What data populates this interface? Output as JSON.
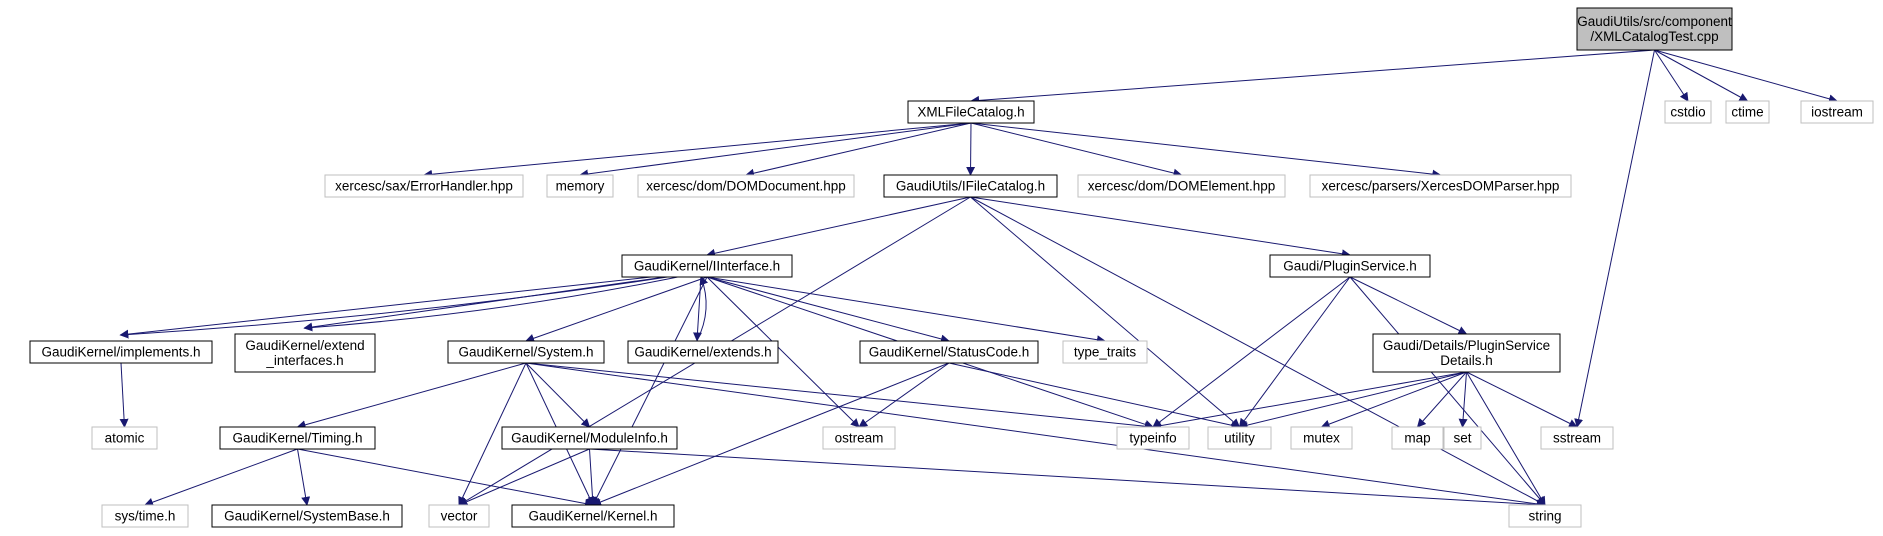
{
  "colors": {
    "edge": "#191970",
    "root_fill": "#bfbfbf",
    "node_border": "#000000",
    "leaf_border": "#bfbfbf",
    "text": "#000000"
  },
  "nodes": [
    {
      "id": "root",
      "kind": "root",
      "lines": [
        "GaudiUtils/src/component",
        "/XMLCatalogTest.cpp"
      ]
    },
    {
      "id": "xmlfilecatalog",
      "kind": "normal",
      "lines": [
        "XMLFileCatalog.h"
      ]
    },
    {
      "id": "cstdio",
      "kind": "leaf",
      "lines": [
        "cstdio"
      ]
    },
    {
      "id": "ctime",
      "kind": "leaf",
      "lines": [
        "ctime"
      ]
    },
    {
      "id": "iostream",
      "kind": "leaf",
      "lines": [
        "iostream"
      ]
    },
    {
      "id": "errorhandler",
      "kind": "leaf",
      "lines": [
        "xercesc/sax/ErrorHandler.hpp"
      ]
    },
    {
      "id": "memory",
      "kind": "leaf",
      "lines": [
        "memory"
      ]
    },
    {
      "id": "domdocument",
      "kind": "leaf",
      "lines": [
        "xercesc/dom/DOMDocument.hpp"
      ]
    },
    {
      "id": "ifilecatalog",
      "kind": "normal",
      "lines": [
        "GaudiUtils/IFileCatalog.h"
      ]
    },
    {
      "id": "domelement",
      "kind": "leaf",
      "lines": [
        "xercesc/dom/DOMElement.hpp"
      ]
    },
    {
      "id": "xercesdomparser",
      "kind": "leaf",
      "lines": [
        "xercesc/parsers/XercesDOMParser.hpp"
      ]
    },
    {
      "id": "iinterface",
      "kind": "normal",
      "lines": [
        "GaudiKernel/IInterface.h"
      ]
    },
    {
      "id": "pluginservice",
      "kind": "normal",
      "lines": [
        "Gaudi/PluginService.h"
      ]
    },
    {
      "id": "implements",
      "kind": "normal",
      "lines": [
        "GaudiKernel/implements.h"
      ]
    },
    {
      "id": "extendinterfaces",
      "kind": "normal",
      "lines": [
        "GaudiKernel/extend",
        "_interfaces.h"
      ]
    },
    {
      "id": "system",
      "kind": "normal",
      "lines": [
        "GaudiKernel/System.h"
      ]
    },
    {
      "id": "extends",
      "kind": "normal",
      "lines": [
        "GaudiKernel/extends.h"
      ]
    },
    {
      "id": "statuscode",
      "kind": "normal",
      "lines": [
        "GaudiKernel/StatusCode.h"
      ]
    },
    {
      "id": "typetraits",
      "kind": "leaf",
      "lines": [
        "type_traits"
      ]
    },
    {
      "id": "pluginservicedetails",
      "kind": "normal",
      "lines": [
        "Gaudi/Details/PluginService",
        "Details.h"
      ]
    },
    {
      "id": "atomic",
      "kind": "leaf",
      "lines": [
        "atomic"
      ]
    },
    {
      "id": "timing",
      "kind": "normal",
      "lines": [
        "GaudiKernel/Timing.h"
      ]
    },
    {
      "id": "moduleinfo",
      "kind": "normal",
      "lines": [
        "GaudiKernel/ModuleInfo.h"
      ]
    },
    {
      "id": "ostream",
      "kind": "leaf",
      "lines": [
        "ostream"
      ]
    },
    {
      "id": "typeinfo",
      "kind": "leaf",
      "lines": [
        "typeinfo"
      ]
    },
    {
      "id": "utility",
      "kind": "leaf",
      "lines": [
        "utility"
      ]
    },
    {
      "id": "mutex",
      "kind": "leaf",
      "lines": [
        "mutex"
      ]
    },
    {
      "id": "map",
      "kind": "leaf",
      "lines": [
        "map"
      ]
    },
    {
      "id": "set",
      "kind": "leaf",
      "lines": [
        "set"
      ]
    },
    {
      "id": "sstream",
      "kind": "leaf",
      "lines": [
        "sstream"
      ]
    },
    {
      "id": "systime",
      "kind": "leaf",
      "lines": [
        "sys/time.h"
      ]
    },
    {
      "id": "systembase",
      "kind": "normal",
      "lines": [
        "GaudiKernel/SystemBase.h"
      ]
    },
    {
      "id": "vector",
      "kind": "leaf",
      "lines": [
        "vector"
      ]
    },
    {
      "id": "kernel",
      "kind": "normal",
      "lines": [
        "GaudiKernel/Kernel.h"
      ]
    },
    {
      "id": "string",
      "kind": "leaf",
      "lines": [
        "string"
      ]
    }
  ],
  "edges": [
    [
      "root",
      "xmlfilecatalog"
    ],
    [
      "root",
      "cstdio"
    ],
    [
      "root",
      "ctime"
    ],
    [
      "root",
      "iostream"
    ],
    [
      "root",
      "sstream"
    ],
    [
      "xmlfilecatalog",
      "errorhandler"
    ],
    [
      "xmlfilecatalog",
      "memory"
    ],
    [
      "xmlfilecatalog",
      "domdocument"
    ],
    [
      "xmlfilecatalog",
      "ifilecatalog"
    ],
    [
      "xmlfilecatalog",
      "domelement"
    ],
    [
      "xmlfilecatalog",
      "xercesdomparser"
    ],
    [
      "ifilecatalog",
      "iinterface"
    ],
    [
      "ifilecatalog",
      "pluginservice"
    ],
    [
      "ifilecatalog",
      "vector"
    ],
    [
      "ifilecatalog",
      "utility"
    ],
    [
      "ifilecatalog",
      "string"
    ],
    [
      "iinterface",
      "implements"
    ],
    [
      "implements",
      "iinterface"
    ],
    [
      "iinterface",
      "extendinterfaces"
    ],
    [
      "extendinterfaces",
      "iinterface"
    ],
    [
      "iinterface",
      "extends"
    ],
    [
      "extends",
      "iinterface"
    ],
    [
      "iinterface",
      "system"
    ],
    [
      "iinterface",
      "statuscode"
    ],
    [
      "iinterface",
      "typetraits"
    ],
    [
      "iinterface",
      "ostream"
    ],
    [
      "iinterface",
      "typeinfo"
    ],
    [
      "iinterface",
      "kernel"
    ],
    [
      "implements",
      "atomic"
    ],
    [
      "system",
      "timing"
    ],
    [
      "system",
      "moduleinfo"
    ],
    [
      "system",
      "vector"
    ],
    [
      "system",
      "kernel"
    ],
    [
      "system",
      "typeinfo"
    ],
    [
      "system",
      "string"
    ],
    [
      "timing",
      "systime"
    ],
    [
      "timing",
      "systembase"
    ],
    [
      "timing",
      "kernel"
    ],
    [
      "moduleinfo",
      "vector"
    ],
    [
      "moduleinfo",
      "kernel"
    ],
    [
      "moduleinfo",
      "string"
    ],
    [
      "statuscode",
      "ostream"
    ],
    [
      "statuscode",
      "utility"
    ],
    [
      "statuscode",
      "kernel"
    ],
    [
      "pluginservice",
      "pluginservicedetails"
    ],
    [
      "pluginservice",
      "typeinfo"
    ],
    [
      "pluginservice",
      "utility"
    ],
    [
      "pluginservice",
      "string"
    ],
    [
      "pluginservicedetails",
      "typeinfo"
    ],
    [
      "pluginservicedetails",
      "utility"
    ],
    [
      "pluginservicedetails",
      "mutex"
    ],
    [
      "pluginservicedetails",
      "map"
    ],
    [
      "pluginservicedetails",
      "set"
    ],
    [
      "pluginservicedetails",
      "sstream"
    ],
    [
      "pluginservicedetails",
      "string"
    ]
  ]
}
